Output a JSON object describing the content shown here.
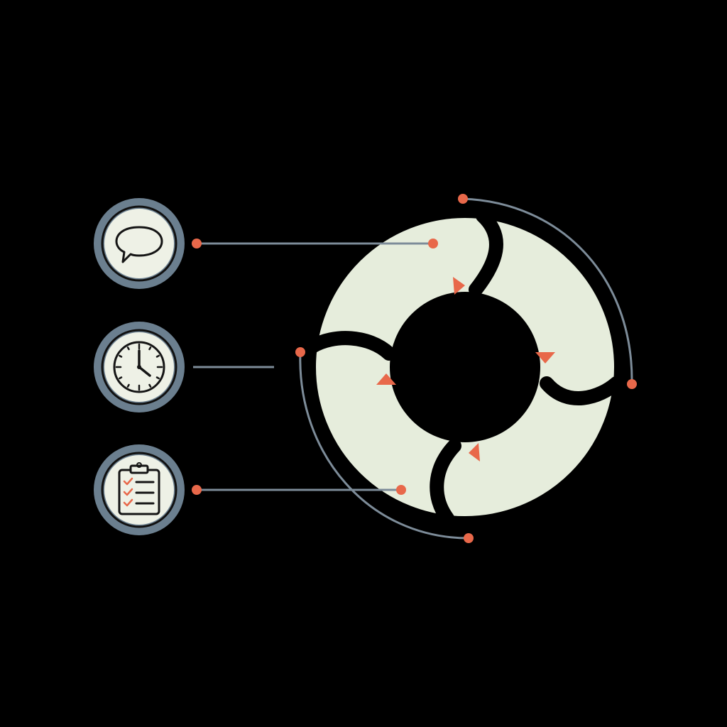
{
  "colors": {
    "background": "#000000",
    "ring_fill": "#e6eddc",
    "badge_ring": "#6b7f8f",
    "badge_fill": "#eef1e6",
    "connector_line": "#7d8c99",
    "accent": "#e8684a",
    "icon_stroke": "#151515"
  },
  "icons": [
    {
      "id": "chat",
      "name": "speech-bubble-icon"
    },
    {
      "id": "clock",
      "name": "clock-icon"
    },
    {
      "id": "checklist",
      "name": "clipboard-checklist-icon"
    }
  ],
  "cycle": {
    "segments": 4,
    "direction": "clockwise"
  }
}
